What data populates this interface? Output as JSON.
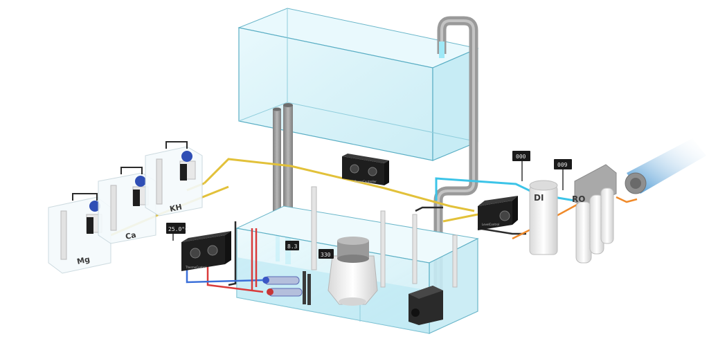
{
  "colors": {
    "glass": "#cfeef5",
    "glass_edge": "#5aaec4",
    "water": "#9fe3f5",
    "gray_pipe": "#9a9a9a",
    "yellow_cable": "#e2c13a",
    "black_cable": "#2b2b2b",
    "cyan_line": "#3cc4e8",
    "orange_line": "#f08a2a",
    "red_line": "#d93a3a",
    "blue_line": "#3a6fd9",
    "device": "#1e1e1e"
  },
  "dosing_containers": [
    {
      "label": "Mg",
      "icon": "dosing-container-mg"
    },
    {
      "label": "Ca",
      "icon": "dosing-container-ca"
    },
    {
      "label": "KH",
      "icon": "dosing-container-kh"
    }
  ],
  "filters": [
    {
      "label": "DI",
      "icon": "di-filter"
    },
    {
      "label": "RO",
      "icon": "ro-filter"
    }
  ],
  "displays": {
    "temp_controller": "25.0°C",
    "sump_probe_1": "8.3",
    "sump_probe_2": "330",
    "di_meter": "000",
    "ro_meter": "009"
  },
  "controllers": {
    "wall_controller_label": "PowerController",
    "heater_controller_label": "ThermoControl",
    "ato_controller_label": "LevelControl"
  },
  "icons": [
    "dosing-pump-icon",
    "display-meter-icon",
    "heater-icon",
    "skimmer-icon",
    "return-pump-icon",
    "water-inlet-icon"
  ]
}
